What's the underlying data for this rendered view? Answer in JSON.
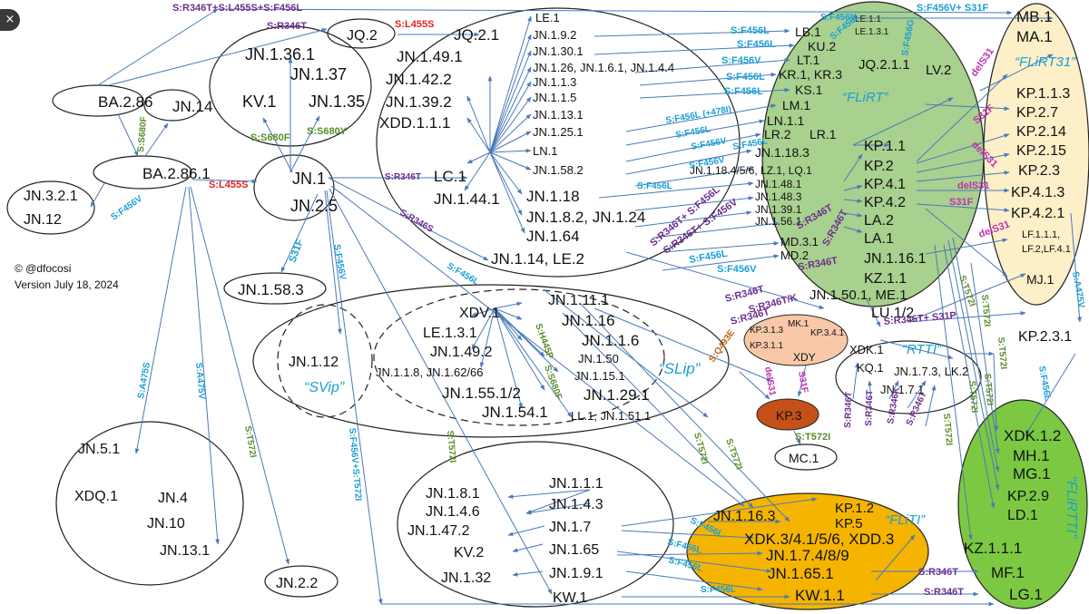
{
  "colors": {
    "cyan": "#1a9fd4",
    "purple": "#6b2f8f",
    "red": "#e0241b",
    "green": "#5a8c2a",
    "magenta": "#c030b0",
    "orange": "#c06010",
    "arrow": "#4a7ab8",
    "flirt_fill": "#a8d08e",
    "flirt31_fill": "#fdefc8",
    "flirtt_fill": "#7cc843",
    "fliti_fill": "#f4b400",
    "kp3_fill": "#c45218",
    "kp31_fill": "#f8c8a8"
  },
  "close_icon": "×",
  "credit": {
    "line1": "©  @dfocosi",
    "line2": "Version July 18, 2024"
  },
  "groups": {
    "flirt": "“FLiRT”",
    "flirt31": "“FLiRT31”",
    "slip": "“SLip”",
    "svip": "“SVip”",
    "rtti": "“RTTI”",
    "fliti": "“FLiTI”",
    "flirtti": "“FLiRTTI”"
  },
  "lineages": {
    "ba286": "BA.2.86",
    "jn14": "JN.14",
    "ba2861": "BA.2.86.1",
    "jn321": "JN.3.2.1",
    "jn12": "JN.12",
    "jq2": "JQ.2",
    "jn1361": "JN.1.36.1",
    "jn137": "JN.1.37",
    "kv1": "KV.1",
    "jn135": "JN.1.35",
    "jn1": "JN.1",
    "jn25": "JN.2.5",
    "jn1583": "JN.1.58.3",
    "jn112": "JN.1.12",
    "jn51": "JN.5.1",
    "xdq1": "XDQ.1",
    "jn4": "JN.4",
    "jn10": "JN.10",
    "jn131": "JN.13.1",
    "jn22": "JN.2.2",
    "jq21": "JQ.2.1",
    "jn1491": "JN.1.49.1",
    "jn1421": "JN.1.42.2",
    "jn1392": "JN.1.39.2",
    "xdd111": "XDD.1.1.1",
    "lc1": "LC.1",
    "jn1441": "JN.1.44.1",
    "le1": "LE.1",
    "jn192": "JN.1.9.2",
    "jn1301": "JN.1.30.1",
    "jn126": "JN.1.26, JN.1.6.1, JN.1.4.4",
    "jn113": "JN.1.1.3",
    "jn115": "JN.1.1.5",
    "jn1131": "JN.1.13.1",
    "jn1251": "JN.1.25.1",
    "ln1": "LN.1",
    "jn1582": "JN.1.58.2",
    "jn118": "JN.1.18",
    "jn182": "JN.1.8.2, JN.1.24",
    "jn164": "JN.1.64",
    "jn114": "JN.1.14, LE.2",
    "lb1": "LB.1",
    "ku2": "KU.2",
    "lt1": "LT.1",
    "kr1": "KR.1, KR.3",
    "ks1": "KS.1",
    "lm1": "LM.1",
    "ln11": "LN.1.1",
    "lr2": "LR.2",
    "lr1": "LR.1",
    "jn1183": "JN.1.18.3",
    "jn1184": "JN.1.18.4/5/6, LZ.1, LQ.1",
    "jn1481": "JN.1.48.1",
    "jn1483": "JN.1.48.3",
    "jn1391": "JN.1.39.1",
    "jn1561": "JN.1.56.1",
    "md31": "MD.3.1",
    "md2": "MD.2",
    "le11": "LE.1.1",
    "le131": "LE.1.3.1",
    "jq211": "JQ.2.1.1",
    "lv2": "LV.2",
    "kp11": "KP.1.1",
    "kp2": "KP.2",
    "kp41": "KP.4.1",
    "kp42": "KP.4.2",
    "la2": "LA.2",
    "la1": "LA.1",
    "jn1161": "JN.1.16.1",
    "kz11": "KZ.1.1",
    "jn1501": "JN.1.50.1, ME.1",
    "lu12": "LU.1/2",
    "mb1": "MB.1",
    "ma1": "MA.1",
    "kp113": "KP.1.1.3",
    "kp27": "KP.2.7",
    "kp214": "KP.2.14",
    "kp215": "KP.2.15",
    "kp23": "KP.2.3",
    "kp413": "KP.4.1.3",
    "kp421": "KP.4.2.1",
    "lf111": "LF.1.1.1,",
    "lf2": "LF.2,LF.4.1",
    "mj1": "MJ.1",
    "kp231": "KP.2.3.1",
    "xdv1": "XDV.1",
    "le131b": "LE.1.3.1",
    "jn1492": "JN.1.49.2",
    "jn118b": "JN.1.1.8, JN.1.62/66",
    "jn1551": "JN.1.55.1/2",
    "jn1541": "JN.1.54.1",
    "jn1111": "JN.1.11.1",
    "jn116": "JN.1.16",
    "jn116b": "JN.1.1.6",
    "jn150": "JN.1.50",
    "jn1151": "JN.1.15.1",
    "jn1291": "JN.1.29.1",
    "ll1": "LL.1, JN.1.51.1",
    "kp313": "KP.3.1.3",
    "mk1": "MK.1",
    "kp341": "KP.3.4.1",
    "kp311": "KP.3.1.1",
    "xdy": "XDY",
    "kp3": "KP.3",
    "mc1": "MC.1",
    "xdk1": "XDK.1",
    "kq1": "KQ.1",
    "jn173": "JN.1.7.3, LK.2",
    "jn171": "JN.1.7.1",
    "xdk12": "XDK.1.2",
    "mh1": "MH.1",
    "mg1": "MG.1",
    "kp29": "KP.2.9",
    "ld1": "LD.1",
    "kz111": "KZ.1.1.1",
    "mf1": "MF.1",
    "lg1": "LG.1",
    "jn181": "JN.1.8.1",
    "jn146": "JN.1.4.6",
    "jn1472": "JN.1.47.2",
    "kv2": "KV.2",
    "jn132": "JN.1.32",
    "jn111": "JN.1.1.1",
    "jn143": "JN.1.4.3",
    "jn17": "JN.1.7",
    "jn165": "JN.1.65",
    "jn191": "JN.1.9.1",
    "kw1": "KW.1",
    "jn1163": "JN.1.16.3",
    "kp12": "KP.1.2",
    "kp5": "KP.5",
    "xdk3": "XDK.3/4.1/5/6, XDD.3",
    "jn174": "JN.1.7.4/8/9",
    "jn1651": "JN.1.65.1",
    "kw11": "KW.1.1"
  },
  "mutations": {
    "m_top1": "S:R346T+S:L455S+S:F456L",
    "m_top2": "S:R346T",
    "m_l455s_top": "S:L455S",
    "m_s680f_a": "S:S680F",
    "m_s680f_b": "S:S680F",
    "m_s680y": "S:S680Y",
    "m_f456v_left": "S:F456V",
    "m_l455s_mid": "S:L455S",
    "m_r346t_lc": "S:R346T",
    "m_r346s": "S:R346S",
    "m_s31f": "S31F",
    "m_f456v_jn1": "S:F456V",
    "m_a475s": "S:A475S",
    "m_a475v": "S:A475V",
    "m_t572i_left": "S:T572I",
    "m_f456v_t572i": "S:F456V+S:T572I",
    "m_f456l_slip": "S:F456L",
    "m_f456l_1": "S:F456L",
    "m_f456l_2": "S:F456L",
    "m_f456v_1": "S:F456V",
    "m_f456l_3": "S:F456L",
    "m_f456l_4": "S:F456L",
    "m_f456l_47": "S:F456L (+478I)",
    "m_f456l_5": "S:F456L",
    "m_f456v_2": "S:F456V",
    "m_f456l_6": "S:F456L",
    "m_f456v_3": "S:F456V",
    "m_f456l_7": "S:F456L",
    "m_r346t_f456l": "S:R346T+ S:F456L",
    "m_r346t_f456v": "S:R346T+ S:F456V",
    "m_f456l_8": "S:F456L",
    "m_f456v_4": "S:F456V",
    "m_f456v_top": "S:F456V",
    "m_f456l_top": "S:F456L",
    "m_f456g": "S:F456G",
    "m_f456v_s31f": "S:F456V+ S31F",
    "m_dels31_a": "delS31",
    "m_s31f_b": "S31F",
    "m_dels31_b": "delS31",
    "m_dels31_c": "delS31",
    "m_s31f_c": "S31F",
    "m_dels31_d": "delS31",
    "m_r346t_la2": "S:R346T",
    "m_r346t_la1": "S:R346T",
    "m_r346t_md2": "S:R346T",
    "m_r346t_k": "S:R346T/K",
    "m_r346t_kp3a": "S:R346T",
    "m_r346t_kp3b": "S:R346T",
    "m_r346t_s31p": "S:R346T+ S31P",
    "m_t572i_f1": "S:T572I",
    "m_t572i_f2": "S:T572I",
    "m_t572i_f3": "S:T572I",
    "m_t572i_f4": "S:T572I",
    "m_t572i_f5": "S:T572I",
    "m_t572i_f6": "S:T572I",
    "m_a475v_r": "S:A475V",
    "m_f456l_r": "S:F456L",
    "m_h445p": "S:H445P",
    "m_s680f_slip": "S:S680F",
    "m_q493e": "S:Q493E",
    "m_dels31_kp3": "delS31",
    "m_s31f_kp3": "S31F",
    "m_t572i_mc1": "S:T572I",
    "m_r346t_b1": "S:R346T",
    "m_r346t_b2": "S:R346T",
    "m_r346k": "S:R346K",
    "m_r346t_b3": "S:R346T",
    "m_t572i_jn17": "S:T572I",
    "m_t572i_m1": "S:T572I",
    "m_t572i_m2": "S:T572I",
    "m_f456l_b1": "S:F456L",
    "m_f456l_b2": "S:F456L",
    "m_f456l_b3": "S:F456L",
    "m_f456l_b4": "S:F456L",
    "m_r346t_mf1": "S:R346T",
    "m_r346t_lg1": "S:R346T"
  }
}
